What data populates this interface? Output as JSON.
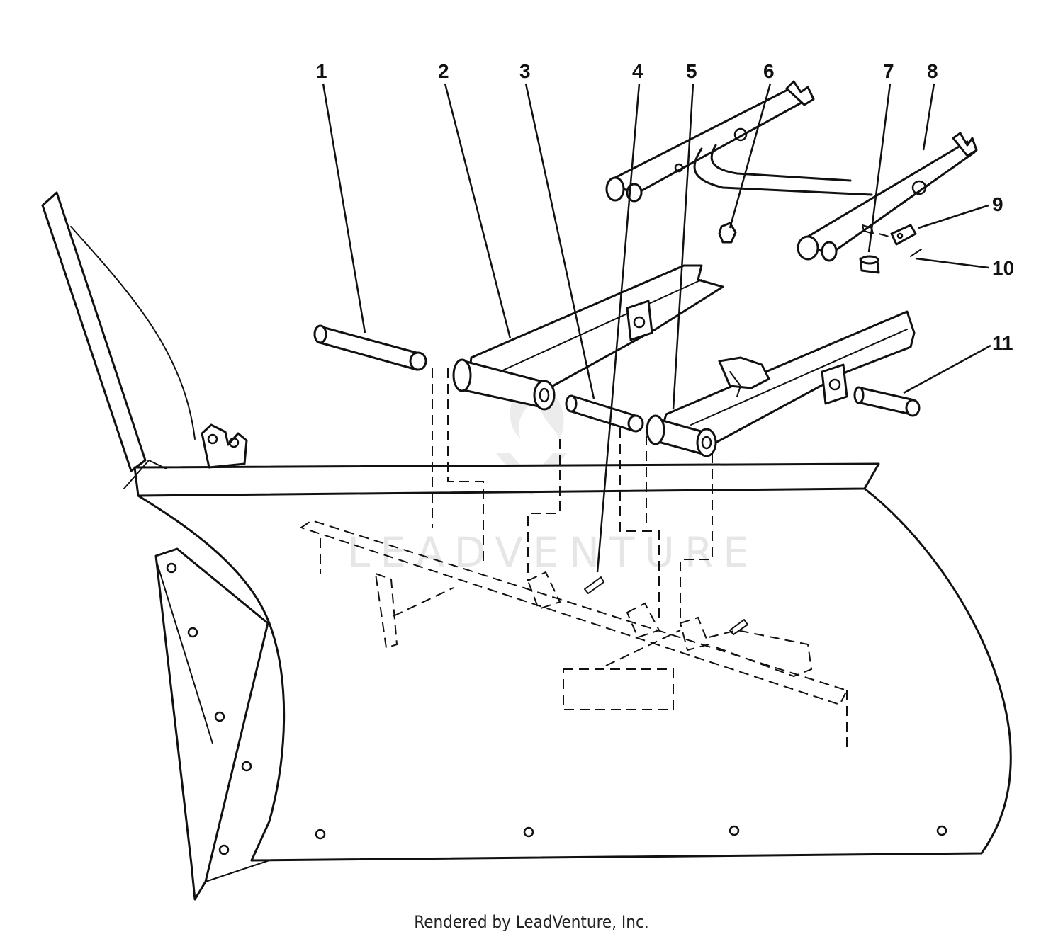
{
  "callouts": [
    {
      "id": "1",
      "label": "1"
    },
    {
      "id": "2",
      "label": "2"
    },
    {
      "id": "3",
      "label": "3"
    },
    {
      "id": "4",
      "label": "4"
    },
    {
      "id": "5",
      "label": "5"
    },
    {
      "id": "6",
      "label": "6"
    },
    {
      "id": "7",
      "label": "7"
    },
    {
      "id": "8",
      "label": "8"
    },
    {
      "id": "9",
      "label": "9"
    },
    {
      "id": "10",
      "label": "10"
    },
    {
      "id": "11",
      "label": "11"
    }
  ],
  "watermark": "LEADVENTURE",
  "footer": "Rendered by LeadVenture, Inc.",
  "colors": {
    "ink": "#111111",
    "background": "#ffffff",
    "watermark": "#e6e6e6"
  }
}
